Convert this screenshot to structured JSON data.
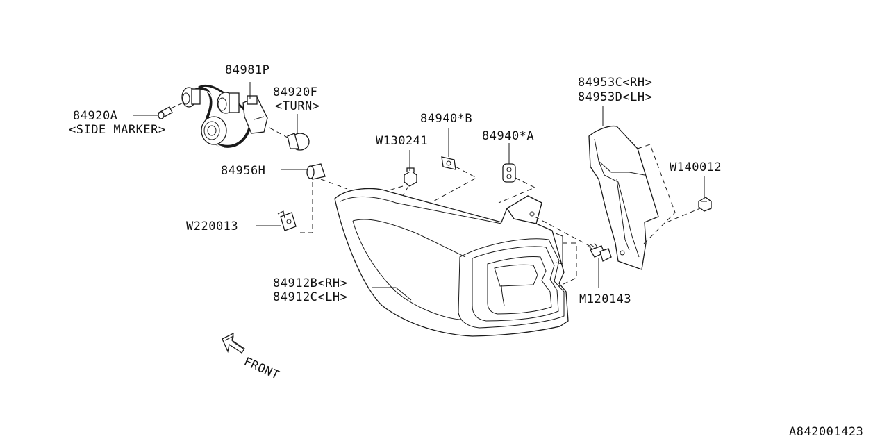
{
  "diagram_id": "A842001423",
  "labels": {
    "p84981p": "84981P",
    "p84920f": "84920F",
    "p84920f_note": "<TURN>",
    "p84920a": "84920A",
    "p84920a_note": "<SIDE MARKER>",
    "p84956h": "84956H",
    "w220013": "W220013",
    "w130241": "W130241",
    "p84940b": "84940*B",
    "p84940a": "84940*A",
    "p84953c": "84953C<RH>",
    "p84953d": "84953D<LH>",
    "w140012": "W140012",
    "m120143": "M120143",
    "p84912b": "84912B<RH>",
    "p84912c": "84912C<LH>",
    "front": "FRONT"
  },
  "colors": {
    "line": "#1a1a1a",
    "background": "#ffffff"
  }
}
